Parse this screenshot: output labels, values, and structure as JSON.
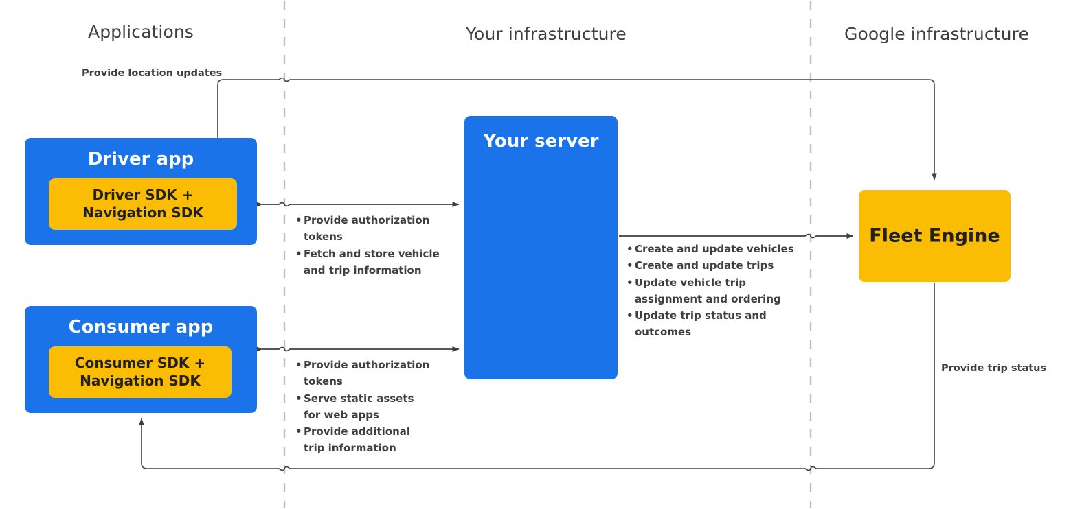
{
  "lanes": [
    {
      "name": "applications",
      "label": "Applications"
    },
    {
      "name": "your-infrastructure",
      "label": "Your infrastructure"
    },
    {
      "name": "google-infrastructure",
      "label": "Google infrastructure"
    }
  ],
  "boxes": {
    "driver_app": {
      "title": "Driver app",
      "sdk": "Driver SDK +\nNavigation SDK"
    },
    "consumer_app": {
      "title": "Consumer app",
      "sdk": "Consumer SDK +\nNavigation SDK"
    },
    "your_server": {
      "title": "Your server"
    },
    "fleet_engine": {
      "title": "Fleet Engine"
    }
  },
  "labels": {
    "location_updates": "Provide location updates",
    "trip_status": "Provide trip status"
  },
  "bullets": {
    "driver_to_server": [
      {
        "line1": "Provide authorization",
        "line2": "tokens"
      },
      {
        "line1": "Fetch and store vehicle",
        "line2": "and trip information"
      }
    ],
    "consumer_to_server": [
      {
        "line1": "Provide authorization",
        "line2": "tokens"
      },
      {
        "line1": "Serve static assets",
        "line2": "for web apps"
      },
      {
        "line1": "Provide additional",
        "line2": "trip information"
      }
    ],
    "server_to_fleet": [
      {
        "line1": "Create and update vehicles",
        "line2": ""
      },
      {
        "line1": "Create and update trips",
        "line2": ""
      },
      {
        "line1": "Update vehicle trip",
        "line2": "assignment and ordering"
      },
      {
        "line1": "Update trip status and",
        "line2": "outcomes"
      }
    ]
  },
  "colors": {
    "blue": "#1a73e8",
    "yellow": "#fbbc04",
    "line": "#3c4043",
    "divider": "#bdc1c6",
    "lane_title": "#3c4043",
    "dark_text": "#202124"
  },
  "connectors": [
    {
      "name": "driver-sdk-to-fleet-engine",
      "label": "Provide location updates",
      "direction": "one-way"
    },
    {
      "name": "driver-app-to-your-server",
      "label": "",
      "direction": "two-way"
    },
    {
      "name": "consumer-app-to-your-server",
      "label": "",
      "direction": "two-way"
    },
    {
      "name": "your-server-to-fleet-engine",
      "label": "",
      "direction": "one-way"
    },
    {
      "name": "fleet-engine-to-consumer-app",
      "label": "Provide trip status",
      "direction": "one-way"
    }
  ]
}
